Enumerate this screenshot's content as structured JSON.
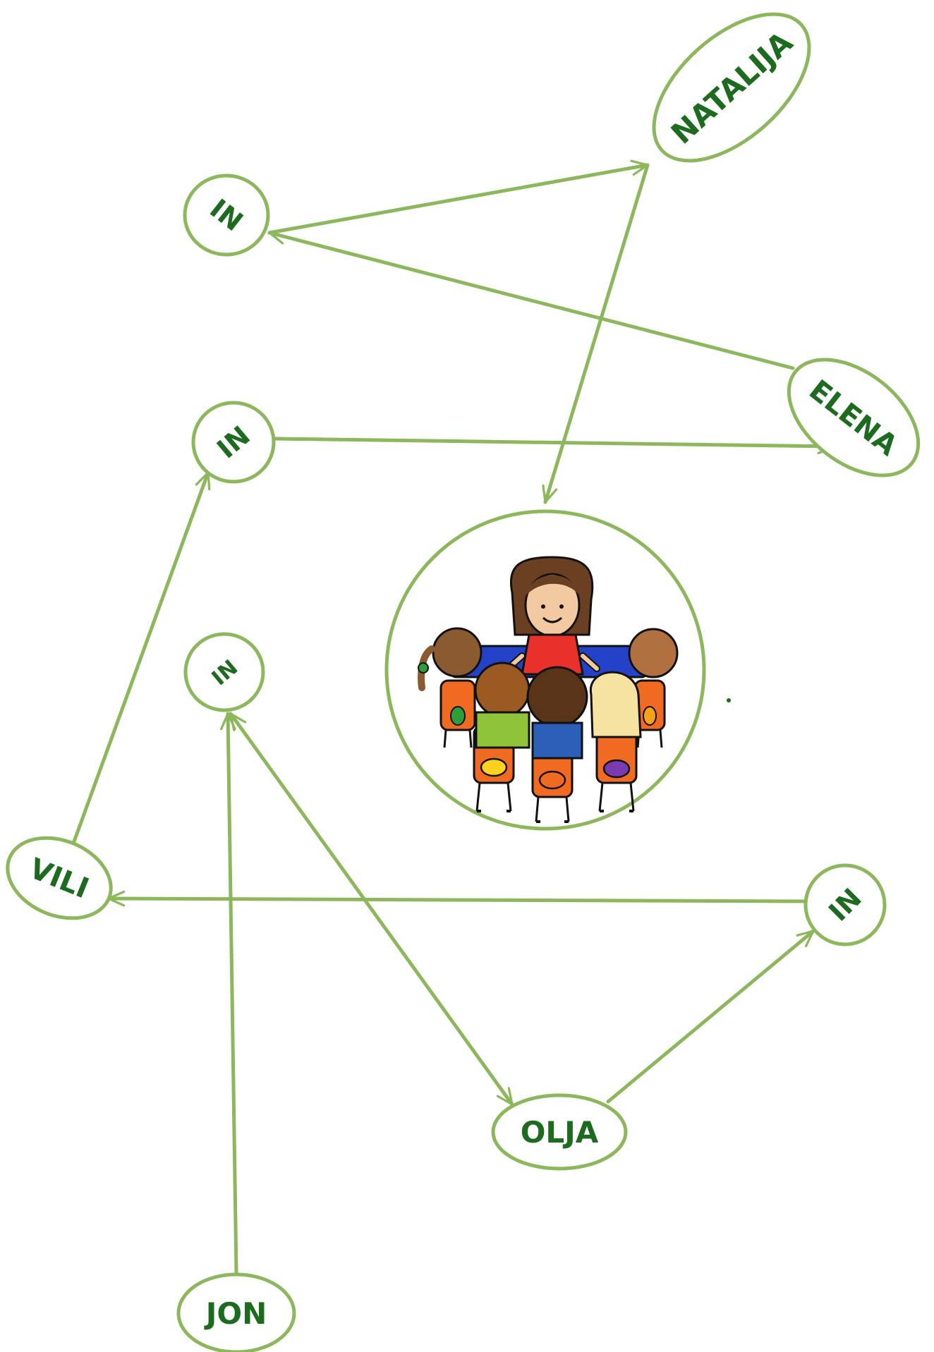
{
  "colors": {
    "line": "#8db75c",
    "text": "#1c6b1e",
    "background": "#ffffff"
  },
  "nodes": {
    "natalija": {
      "label": "NATALIJA"
    },
    "in_1": {
      "label": "IN"
    },
    "elena": {
      "label": "ELENA"
    },
    "in_2": {
      "label": "IN"
    },
    "in_3": {
      "label": "IN"
    },
    "vili": {
      "label": "VILI"
    },
    "in_4": {
      "label": "IN"
    },
    "olja": {
      "label": "OLJA"
    },
    "jon": {
      "label": "JON"
    }
  },
  "center_image": {
    "icon": "teacher-with-children-circle-time-illustration"
  },
  "edges": [
    {
      "from": "in_1",
      "to": "natalija",
      "direction": "to-natalija"
    },
    {
      "from": "elena",
      "to": "in_1",
      "direction": "to-in_1"
    },
    {
      "from": "natalija",
      "to": "center_image",
      "direction": "to-center"
    },
    {
      "from": "in_2",
      "to": "elena",
      "direction": "to-elena"
    },
    {
      "from": "vili",
      "to": "in_2",
      "direction": "to-in_2"
    },
    {
      "from": "in_4",
      "to": "vili",
      "direction": "to-vili"
    },
    {
      "from": "olja",
      "to": "in_4",
      "direction": "to-in_4"
    },
    {
      "from": "in_3",
      "to": "olja",
      "direction": "both"
    },
    {
      "from": "jon",
      "to": "in_3",
      "direction": "to-in_3"
    }
  ]
}
